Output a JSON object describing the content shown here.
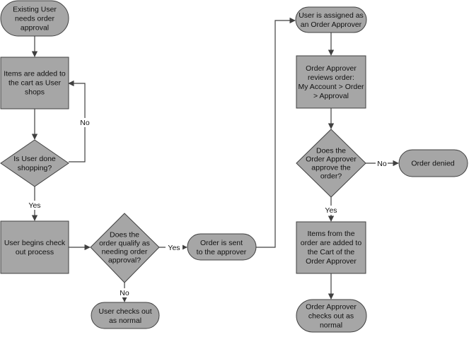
{
  "nodes": {
    "start": [
      "Existing User",
      "needs order",
      "approval"
    ],
    "add_items": [
      "Items are added to",
      "the cart as User",
      "shops"
    ],
    "done_shopping": [
      "Is User done",
      "shopping?"
    ],
    "checkout": [
      "User begins check",
      "out process"
    ],
    "qualify": [
      "Does the",
      "order qualify as",
      "needing order",
      "approval?"
    ],
    "checks_out_normal": [
      "User checks out",
      "as normal"
    ],
    "sent": [
      "Order is sent",
      "to the approver"
    ],
    "assigned": [
      "User is assigned as",
      "an Order Approver"
    ],
    "reviews": [
      "Order Approver",
      "reviews order:",
      "My Account > Order",
      "> Approval"
    ],
    "approve": [
      "Does the",
      "Order Approver",
      "approve the",
      "order?"
    ],
    "denied": [
      "Order denied"
    ],
    "added_to_cart": [
      "Items from the",
      "order are added to",
      "the Cart of the",
      "Order Approver"
    ],
    "approver_checks_out": [
      "Order Approver",
      "checks out as",
      "normal"
    ]
  },
  "edges": {
    "no_loop": "No",
    "yes_checkout": "Yes",
    "yes_sent": "Yes",
    "no_normal": "No",
    "no_denied": "No",
    "yes_added": "Yes"
  }
}
